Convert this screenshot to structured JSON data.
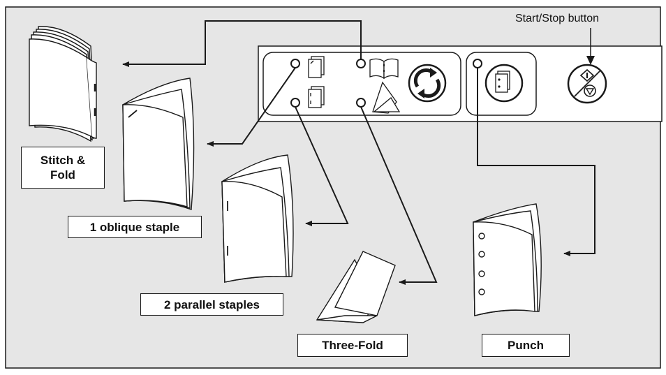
{
  "labels": {
    "start_stop": "Start/Stop button",
    "stitch_fold_line1": "Stitch &",
    "stitch_fold_line2": "Fold",
    "oblique": "1 oblique staple",
    "parallel": "2 parallel staples",
    "three_fold": "Three-Fold",
    "punch": "Punch"
  },
  "colors": {
    "background_panel": "#e6e6e6",
    "stroke": "#1a1a1a",
    "paper": "#ffffff"
  },
  "icons": {
    "stitch_fold": "booklet-stitch-fold-icon",
    "oblique": "single-staple-icon",
    "parallel": "double-staple-icon",
    "three_fold": "tri-fold-icon",
    "cycle": "cycle-arrows-icon",
    "punch": "punch-holes-icon",
    "start_stop": "start-stop-icon"
  }
}
